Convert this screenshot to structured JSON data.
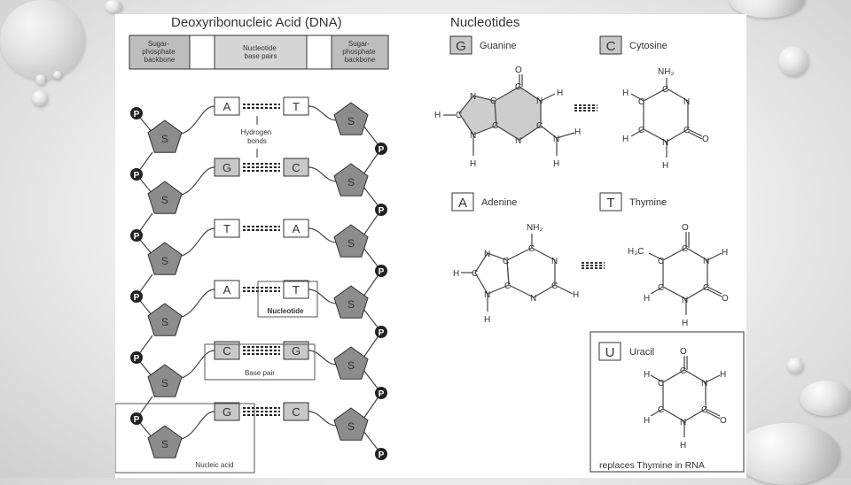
{
  "dna_title": "Deoxyribonucleic Acid (DNA)",
  "nucleotides_title": "Nucleotides",
  "legend": {
    "left_backbone": [
      "Sugar-",
      "phosphate",
      "backbone"
    ],
    "base_pairs": [
      "Nucleotide",
      "base pairs"
    ],
    "right_backbone": [
      "Sugar-",
      "phosphate",
      "backbone"
    ]
  },
  "phosphate_label": "P",
  "sugar_label": "S",
  "pairs": [
    {
      "left": "A",
      "right": "T",
      "left_purine": false,
      "right_purine": false
    },
    {
      "left": "G",
      "right": "C",
      "left_purine": true,
      "right_purine": true
    },
    {
      "left": "T",
      "right": "A",
      "left_purine": false,
      "right_purine": false
    },
    {
      "left": "A",
      "right": "T",
      "left_purine": false,
      "right_purine": false
    },
    {
      "left": "C",
      "right": "G",
      "left_purine": true,
      "right_purine": true
    },
    {
      "left": "G",
      "right": "C",
      "left_purine": true,
      "right_purine": true
    }
  ],
  "annotations": {
    "hydrogen_bonds": [
      "Hydrogen",
      "bonds"
    ],
    "nucleotide": "Nucleotide",
    "base_pair": "Base pair",
    "nucleic_acid": "Nucleic acid"
  },
  "bases": {
    "guanine": {
      "letter": "G",
      "name": "Guanine"
    },
    "cytosine": {
      "letter": "C",
      "name": "Cytosine"
    },
    "adenine": {
      "letter": "A",
      "name": "Adenine"
    },
    "thymine": {
      "letter": "T",
      "name": "Thymine"
    },
    "uracil": {
      "letter": "U",
      "name": "Uracil",
      "note": "replaces Thymine in RNA"
    }
  },
  "colors": {
    "shaded": "#c8c8c8",
    "pentagon": "#8c8c8c",
    "phosphate": "#222222",
    "line": "#444444"
  }
}
